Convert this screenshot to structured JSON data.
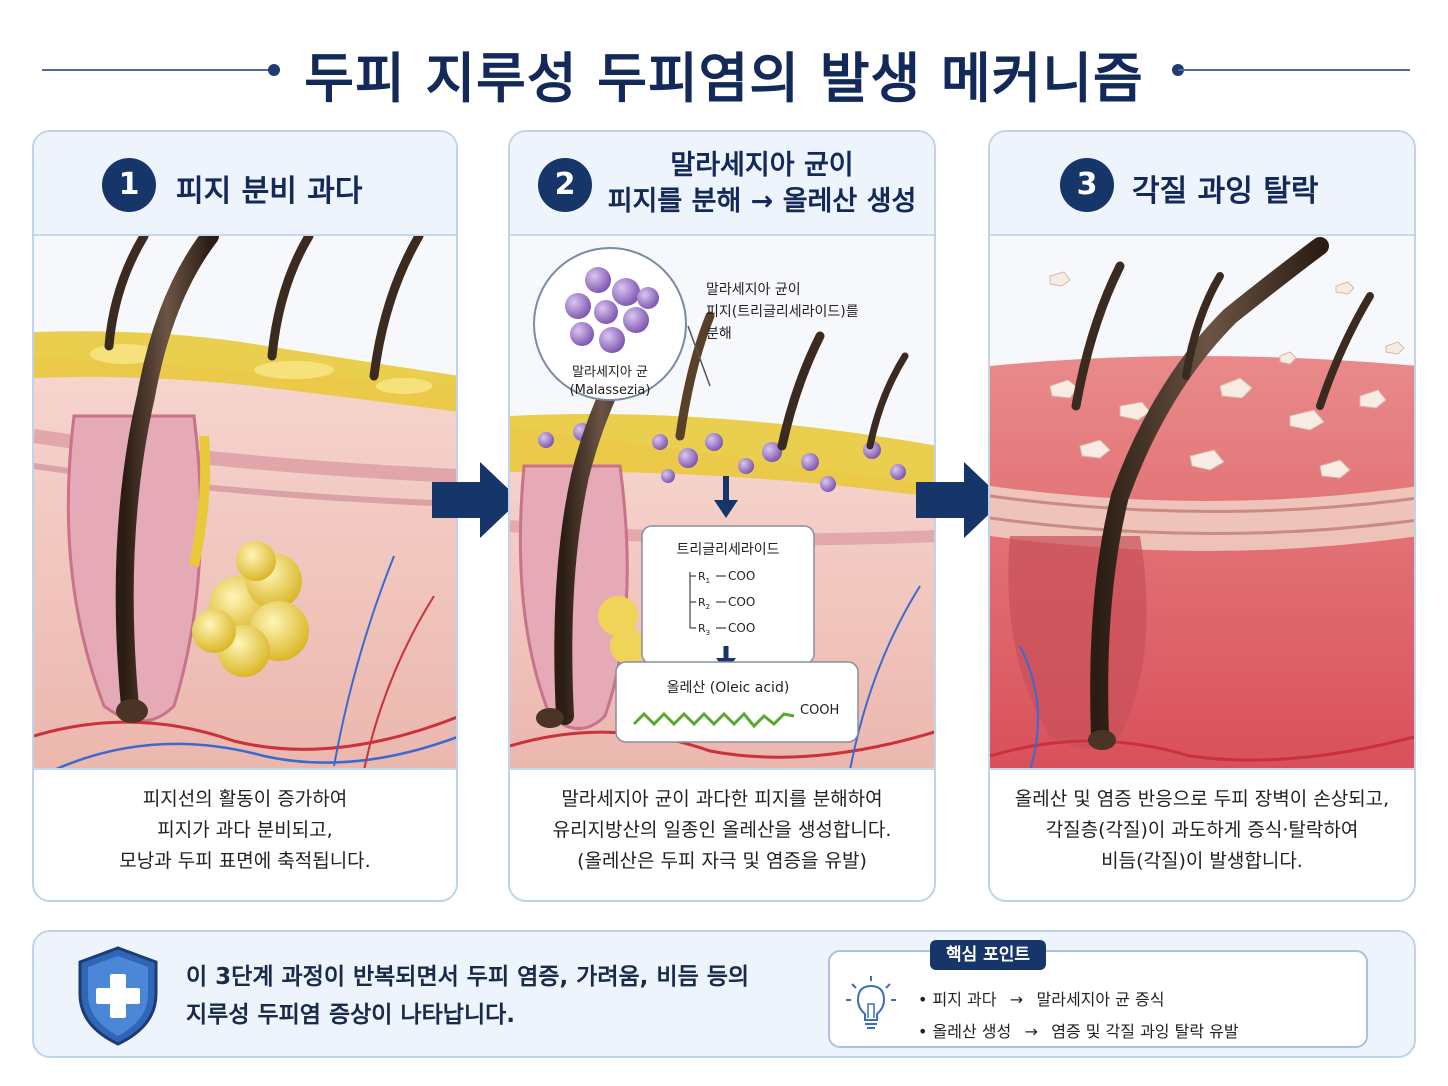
{
  "title": "두피 지루성 두피염의 발생 메커니즘",
  "steps": [
    {
      "number": "1",
      "title": "피지 분비 과다",
      "description": [
        "피지선의 활동이 증가하여",
        "피지가 과다 분비되고,",
        "모낭과 두피 표면에 축적됩니다."
      ]
    },
    {
      "number": "2",
      "title_lines": [
        "말라세지아 균이",
        "피지를 분해 → 올레산 생성"
      ],
      "callout_lines": [
        "말라세지아 균이",
        "피지(트리글리세라이드)를",
        "분해"
      ],
      "microbe_label": [
        "말라세지아 균",
        "(Malassezia)"
      ],
      "triglyceride_label": "트리글리세라이드",
      "triglyceride_rows": [
        {
          "r": "R",
          "sub": "1",
          "group": "COO"
        },
        {
          "r": "R",
          "sub": "2",
          "group": "COO"
        },
        {
          "r": "R",
          "sub": "3",
          "group": "COO"
        }
      ],
      "oleic_label": "올레산 (Oleic acid)",
      "oleic_group": "COOH",
      "description": [
        "말라세지아 균이 과다한 피지를 분해하여",
        "유리지방산의 일종인 올레산을 생성합니다.",
        "(올레산은 두피 자극 및 염증을 유발)"
      ]
    },
    {
      "number": "3",
      "title": "각질 과잉 탈락",
      "description": [
        "올레산 및 염증 반응으로 두피 장벽이 손상되고,",
        "각질층(각질)이 과도하게 증식·탈락하여",
        "비듬(각질)이 발생합니다."
      ]
    }
  ],
  "summary": [
    "이 3단계 과정이 반복되면서 두피 염증, 가려움, 비듬 등의",
    "지루성 두피염 증상이 나타납니다."
  ],
  "key_points": {
    "tag": "핵심 포인트",
    "items": [
      {
        "from": "피지 과다",
        "arrow": "→",
        "to": "말라세지아 균 증식"
      },
      {
        "from": "올레산 생성",
        "arrow": "→",
        "to": "염증 및 각질 과잉 탈락 유발"
      }
    ]
  },
  "icons": [
    "shield-plus-icon",
    "lightbulb-icon",
    "arrow-right-icon"
  ],
  "colors": {
    "navy": "#163569",
    "title": "#12295a",
    "panel_border": "#bfd3ea",
    "sebum": "#e9c93a",
    "skin": "#f2c8bf",
    "inflamed": "#d9505a",
    "microbe": "#9a72c4"
  }
}
